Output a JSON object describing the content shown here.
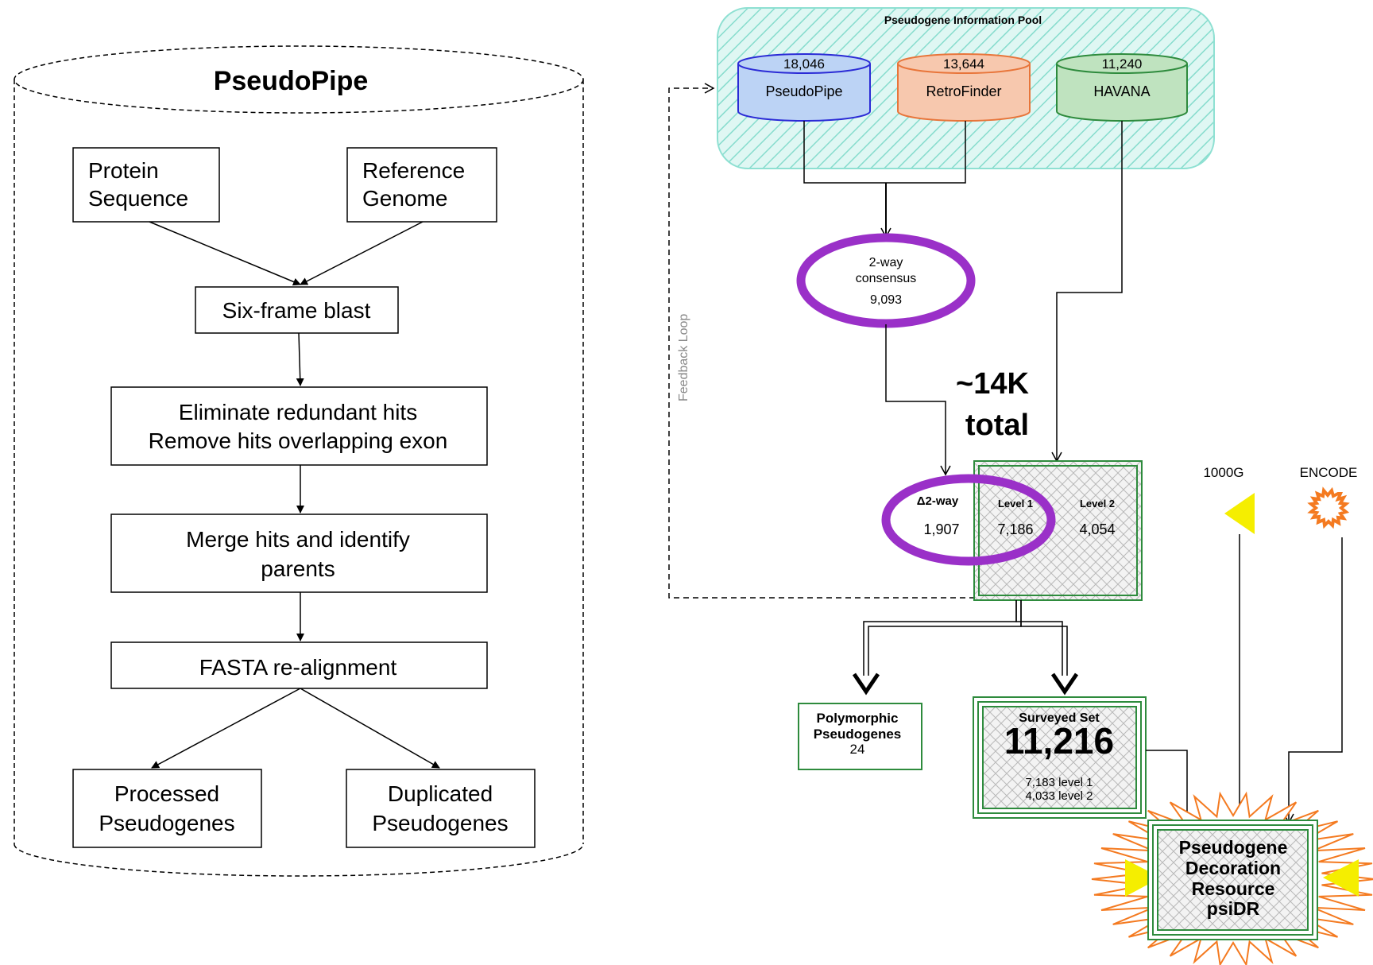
{
  "pipeline": {
    "title": "PseudoPipe",
    "input_protein_1": "Protein",
    "input_protein_2": "Sequence",
    "input_genome_1": "Reference",
    "input_genome_2": "Genome",
    "step_blast": "Six-frame blast",
    "step_eliminate_1": "Eliminate redundant hits",
    "step_eliminate_2": "Remove hits overlapping exon",
    "step_merge_1": "Merge hits and identify",
    "step_merge_2": "parents",
    "step_fasta": "FASTA re-alignment",
    "out_processed_1": "Processed",
    "out_processed_2": "Pseudogenes",
    "out_duplicated_1": "Duplicated",
    "out_duplicated_2": "Pseudogenes"
  },
  "pool": {
    "title": "Pseudogene Information Pool",
    "sources": [
      {
        "name": "PseudoPipe",
        "count": "18,046",
        "color": "#2b2bd6"
      },
      {
        "name": "RetroFinder",
        "count": "13,644",
        "color": "#e8753a"
      },
      {
        "name": "HAVANA",
        "count": "11,240",
        "color": "#2e8b3d"
      }
    ]
  },
  "consensus": {
    "line1": "2-way",
    "line2": "consensus",
    "count": "9,093"
  },
  "feedback_label": "Feedback  Loop",
  "total": {
    "line1": "~14K",
    "line2": "total"
  },
  "levels": {
    "delta_label": "Δ2-way",
    "delta_count": "1,907",
    "level1_label": "Level 1",
    "level1_count": "7,186",
    "level2_label": "Level 2",
    "level2_count": "4,054"
  },
  "sources_external": {
    "g1000": "1000G",
    "encode": "ENCODE"
  },
  "polymorphic": {
    "line1": "Polymorphic",
    "line2": "Pseudogenes",
    "count": "24"
  },
  "surveyed": {
    "title": "Surveyed Set",
    "count": "11,216",
    "level1": "7,183 level 1",
    "level2": "4,033 level 2"
  },
  "psidr": {
    "line1": "Pseudogene",
    "line2": "Decoration",
    "line3": "Resource",
    "line4": "psiDR"
  },
  "colors": {
    "purple": "#9a30c8",
    "green": "#2e8b3d",
    "pool_fill": "#c9f2ec",
    "yellow": "#f5ee00",
    "orange": "#f47a20"
  }
}
